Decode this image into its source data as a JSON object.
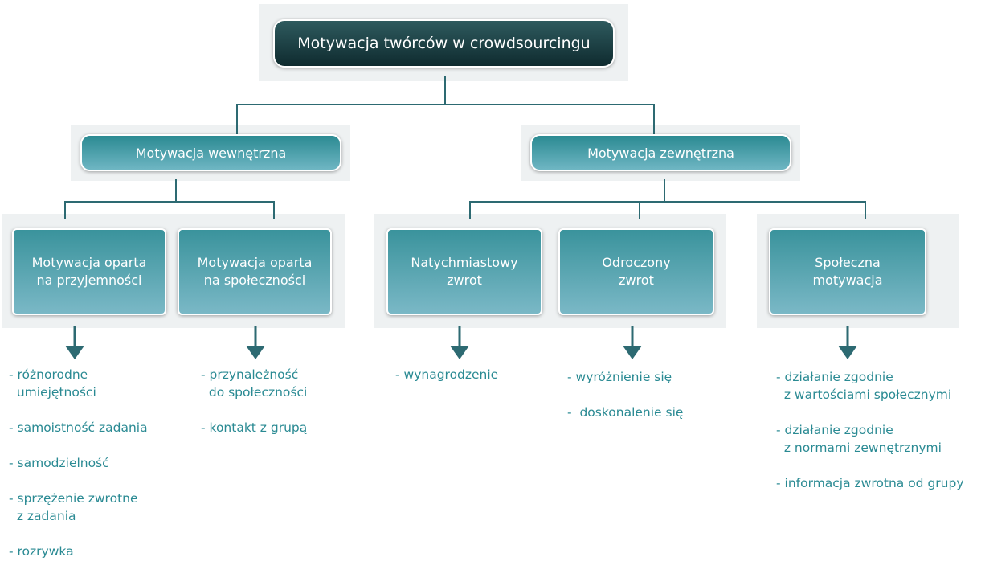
{
  "diagram": {
    "root": {
      "label": "Motywacja twórców w crowdsourcingu"
    },
    "branches": [
      {
        "label": "Motywacja wewnętrzna"
      },
      {
        "label": "Motywacja zewnętrzna"
      }
    ],
    "categories": [
      {
        "label": "Motywacja oparta\nna przyjemności",
        "items": [
          "- różnorodne\n  umiejętności",
          "- samoistność zadania",
          "- samodzielność",
          "- sprzężenie zwrotne\n  z zadania",
          "- rozrywka"
        ]
      },
      {
        "label": "Motywacja oparta\nna społeczności",
        "items": [
          "- przynależność\n  do społeczności",
          "- kontakt z grupą"
        ]
      },
      {
        "label": "Natychmiastowy\nzwrot",
        "items": [
          "- wynagrodzenie"
        ]
      },
      {
        "label": "Odroczony\nzwrot",
        "items": [
          "- wyróżnienie się",
          "-  doskonalenie się"
        ]
      },
      {
        "label": "Społeczna\nmotywacja",
        "items": [
          "- działanie zgodnie\n  z wartościami społecznymi",
          "- działanie zgodnie\n  z normami zewnętrznymi",
          "- informacja zwrotna od grupy"
        ]
      }
    ]
  },
  "colors": {
    "root_fill": "#163438",
    "box_fill": "#3a939c",
    "connector": "#2d6a72",
    "list_text": "#2a8a93",
    "panel": "#eef1f2"
  }
}
